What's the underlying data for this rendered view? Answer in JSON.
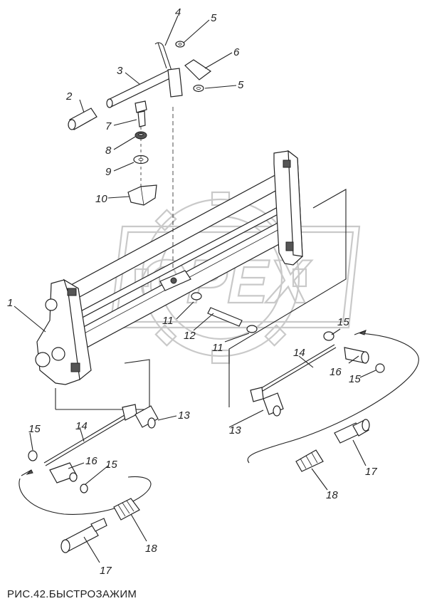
{
  "watermark": {
    "text": "OPEX"
  },
  "labels": [
    "1",
    "2",
    "3",
    "4",
    "5",
    "5",
    "6",
    "7",
    "8",
    "9",
    "10",
    "11",
    "11",
    "12",
    "13",
    "13",
    "14",
    "14",
    "15",
    "15",
    "15",
    "15",
    "16",
    "16",
    "17",
    "17",
    "18",
    "18"
  ],
  "caption": "РИС.42.БЫСТРОЗАЖИМ"
}
